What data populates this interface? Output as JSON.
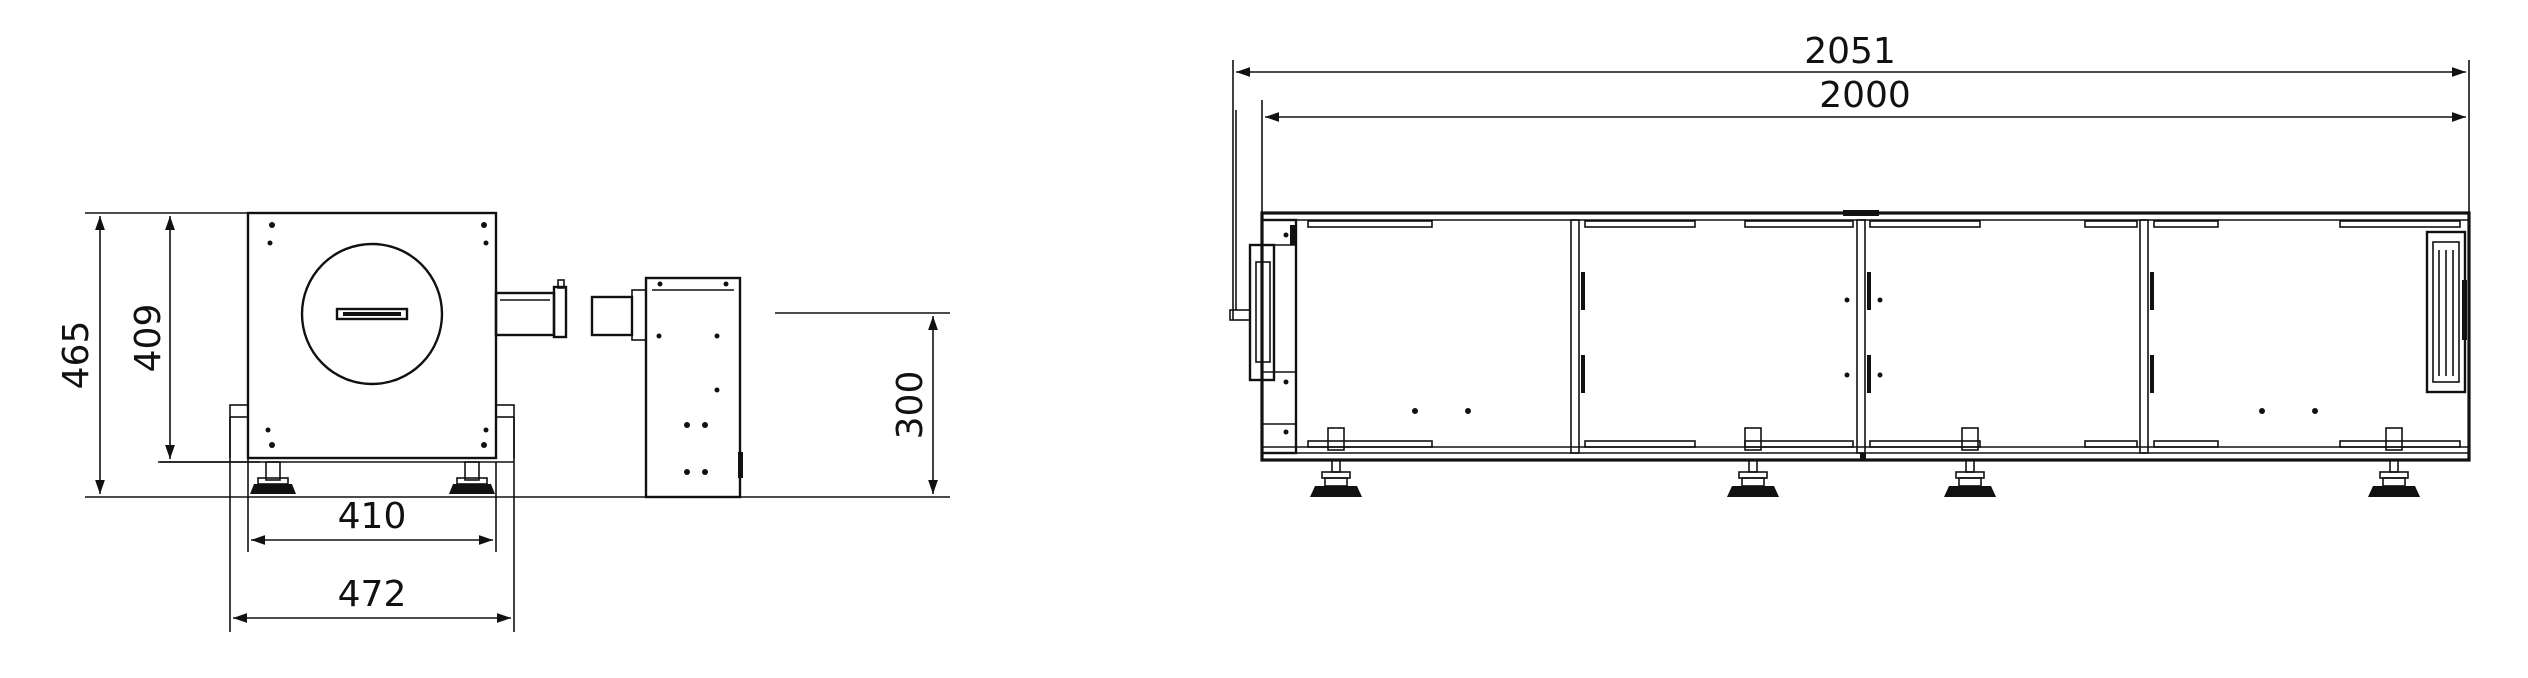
{
  "side_view": {
    "dim_height_total": "465",
    "dim_height_body": "409",
    "dim_height_pump": "300",
    "dim_width_frame": "410",
    "dim_width_overall": "472"
  },
  "front_view": {
    "dim_length_overall": "2051",
    "dim_length_body": "2000"
  },
  "colors": {
    "line": "#111111",
    "background": "#ffffff"
  }
}
